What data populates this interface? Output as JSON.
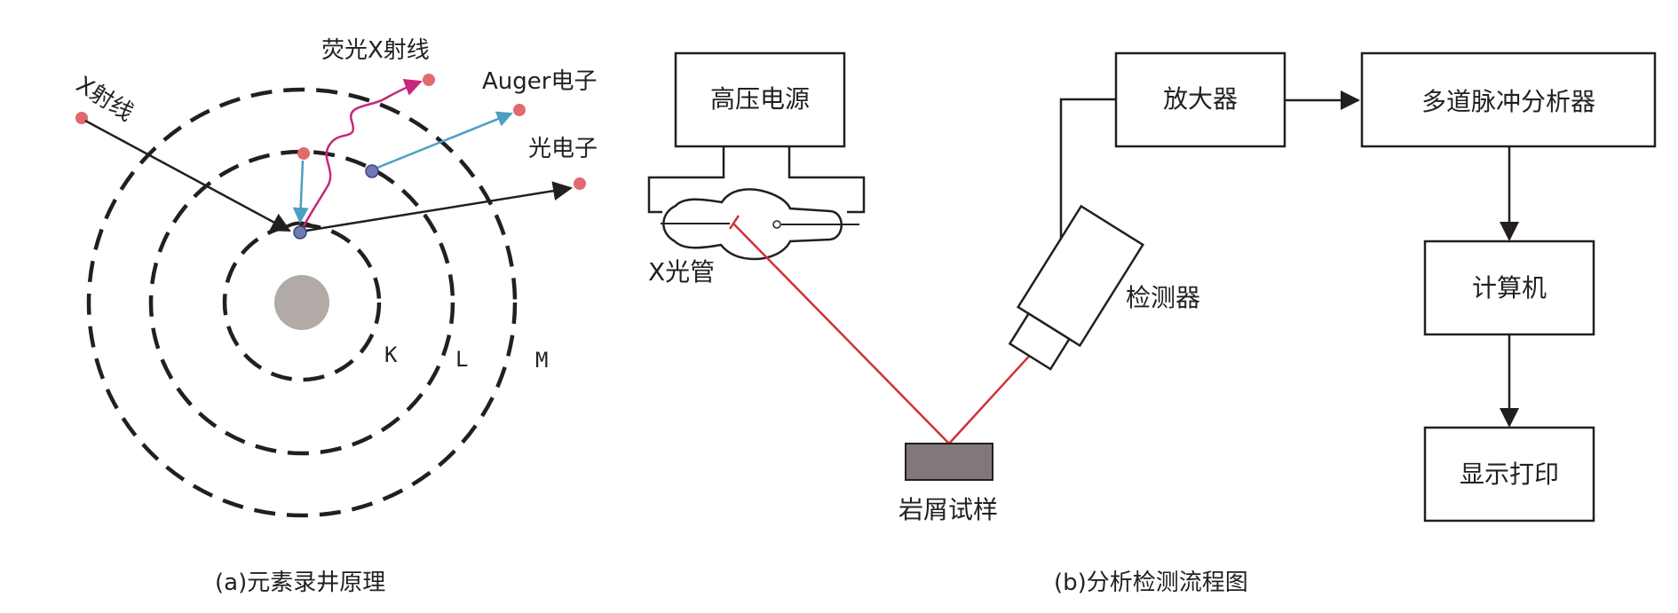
{
  "panel_a": {
    "caption": "(a)元素录井原理",
    "labels": {
      "xray": "X射线",
      "fluorescent_xray": "荧光X射线",
      "auger": "Auger电子",
      "photoelectron": "光电子",
      "shell_k": "K",
      "shell_l": "L",
      "shell_m": "M"
    },
    "colors": {
      "nucleus": "#b2aaa6",
      "electron_red": "#e06b6f",
      "electron_blue": "#6e79b0",
      "fluorescence": "#c4287a",
      "auger_arrow": "#4a9fc2",
      "dark": "#231f20"
    }
  },
  "panel_b": {
    "caption": "(b)分析检测流程图",
    "labels": {
      "high_voltage": "高压电源",
      "xray_tube": "X光管",
      "sample": "岩屑试样",
      "detector": "检测器",
      "amplifier": "放大器",
      "mca": "多道脉冲分析器",
      "computer": "计算机",
      "display_print": "显示打印"
    },
    "colors": {
      "beam": "#d0313b",
      "sample_fill": "#807879",
      "stroke": "#231f20"
    }
  }
}
